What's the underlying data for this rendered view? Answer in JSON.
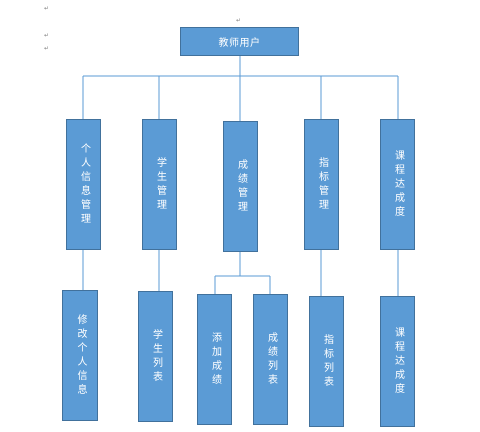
{
  "colors": {
    "box_fill": "#5b9bd5",
    "box_border": "#41719c",
    "line": "#5b9bd5",
    "text": "#ffffff"
  },
  "paragraph_mark": "↵",
  "root": {
    "label": "教师用户"
  },
  "level1": [
    {
      "id": "personal",
      "label": "个人信息管理"
    },
    {
      "id": "student",
      "label": "学生管理"
    },
    {
      "id": "grade",
      "label": "成绩管理"
    },
    {
      "id": "indicator",
      "label": "指标管理"
    },
    {
      "id": "course",
      "label": "课程达成度"
    }
  ],
  "level2": [
    {
      "id": "modify-info",
      "label": "修改个人信息"
    },
    {
      "id": "student-list",
      "label": "学生列表"
    },
    {
      "id": "add-grade",
      "label": "添加成绩"
    },
    {
      "id": "grade-list",
      "label": "成绩列表"
    },
    {
      "id": "indicator-list",
      "label": "指标列表"
    },
    {
      "id": "course-achievement",
      "label": "课程达成度"
    }
  ]
}
